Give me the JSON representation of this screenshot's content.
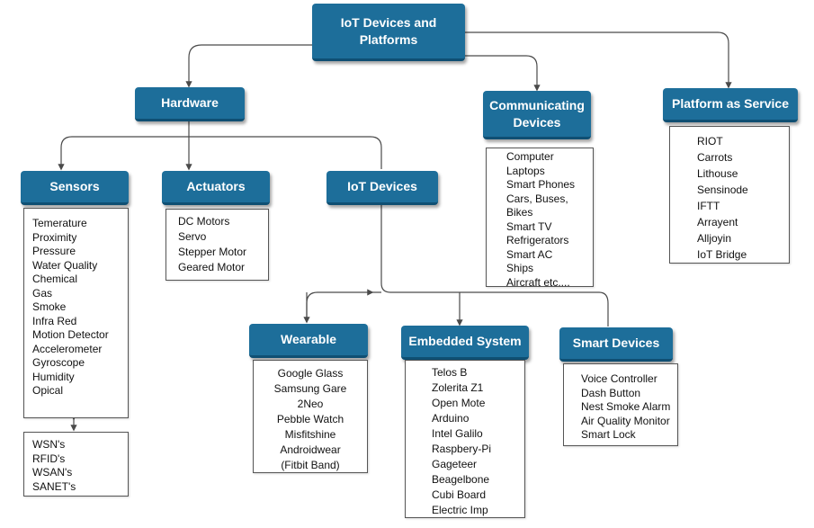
{
  "root": {
    "title": "IoT Devices and Platforms"
  },
  "categories": {
    "hardware": "Hardware",
    "communicating": "Communicating Devices",
    "platform": "Platform as Service"
  },
  "hardware_children": {
    "sensors": "Sensors",
    "actuators": "Actuators",
    "iot_devices": "IoT Devices"
  },
  "iot_device_types": {
    "wearable": "Wearable",
    "embedded": "Embedded System",
    "smart": "Smart Devices"
  },
  "lists": {
    "sensors": [
      "Temerature",
      "Proximity",
      "Pressure",
      "Water Quality",
      "Chemical",
      "Gas",
      "Smoke",
      "Infra Red",
      "Motion Detector",
      "Accelerometer",
      "Gyroscope",
      "Humidity",
      "Opical"
    ],
    "networks": [
      "WSN's",
      "RFID's",
      "WSAN's",
      "SANET's"
    ],
    "actuators": [
      "DC Motors",
      "Servo",
      "Stepper Motor",
      "Geared Motor"
    ],
    "communicating": [
      "Computer",
      "Laptops",
      "Smart Phones",
      "Cars, Buses,",
      "Bikes",
      "Smart TV",
      "Refrigerators",
      "Smart AC",
      "Ships",
      "Aircraft etc...."
    ],
    "platform": [
      "RIOT",
      "Carrots",
      "Lithouse",
      "Sensinode",
      "IFTT",
      "Arrayent",
      "Alljoyin",
      "IoT Bridge"
    ],
    "wearable": [
      "Google Glass",
      "Samsung Gare",
      "2Neo",
      "Pebble Watch",
      "Misfitshine",
      "Androidwear",
      "(Fitbit Band)"
    ],
    "embedded": [
      "Telos B",
      "Zolerita Z1",
      "Open Mote",
      "Arduino",
      "Intel Galilo",
      "Raspbery-Pi",
      "Gageteer",
      "Beagelbone",
      "Cubi Board",
      "Electric Imp"
    ],
    "smart": [
      "Voice Controller",
      "Dash Button",
      "Nest Smoke Alarm",
      "Air Quality Monitor",
      "Smart Lock"
    ]
  },
  "colors": {
    "node_fill": "#1d6e9a",
    "node_text": "#ffffff",
    "connector": "#4a4a4a"
  }
}
